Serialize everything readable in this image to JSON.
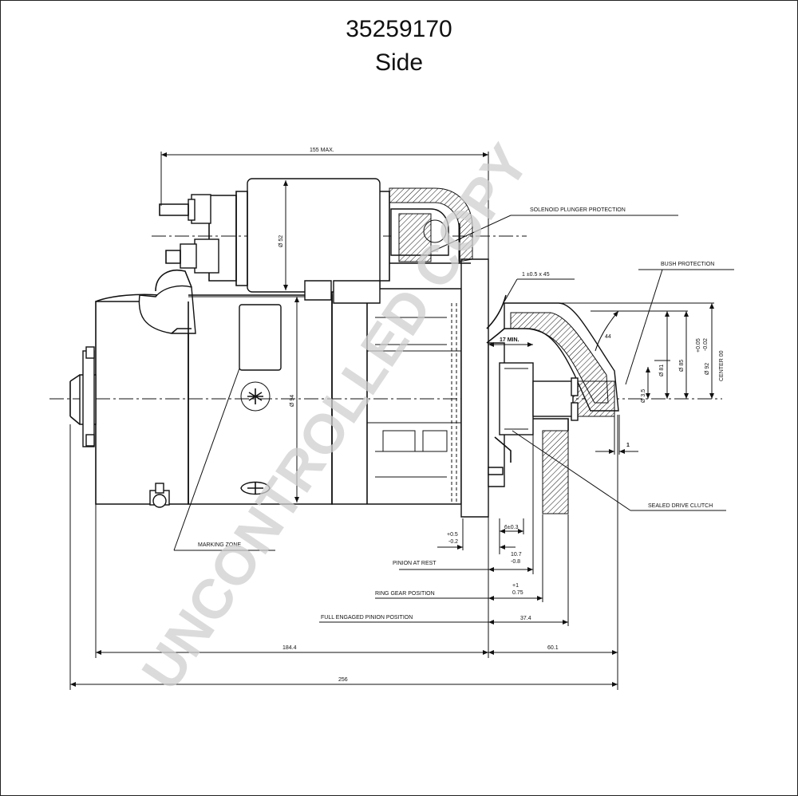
{
  "header": {
    "part_number": "35259170",
    "view": "Side"
  },
  "watermark": "UNCONTROLLED COPY",
  "callouts": {
    "solenoid_plunger_protection": "SOLENOID PLUNGER PROTECTION",
    "bush_protection": "BUSH PROTECTION",
    "sealed_drive_clutch": "SEALED DRIVE CLUTCH",
    "marking_zone": "MARKING ZONE",
    "pinion_at_rest": "PINION AT REST",
    "ring_gear_position": "RING GEAR POSITION",
    "full_engaged_pinion_position": "FULL ENGAGED PINION POSITION",
    "center": "CENTER 00"
  },
  "dimensions": {
    "max_length": "155 MAX.",
    "solenoid_dia": "Ø 52",
    "body_dia": "Ø 94",
    "chamfer": "1 ±0.5 x 45",
    "angle": "44",
    "min_17": "17 MIN.",
    "dia_81": "Ø 81",
    "dia_85": "Ø 85",
    "dia_92": "Ø 92",
    "tol_plus": "+0.05",
    "tol_minus": "-0.02",
    "dia_35": "Ø 3.5",
    "one": "1",
    "tol_05_plus": "+0.5",
    "tol_05_minus": "-0.2",
    "six": "6±0.3",
    "ten_seven": "10.7",
    "ten_seven_tol": "-0.8",
    "plus_one": "+1",
    "plus_one_tol": "0.75",
    "thirty_seven": "37.4",
    "one_eighty_four": "184.4",
    "sixty": "60.1",
    "two_fifty_six": "256"
  }
}
